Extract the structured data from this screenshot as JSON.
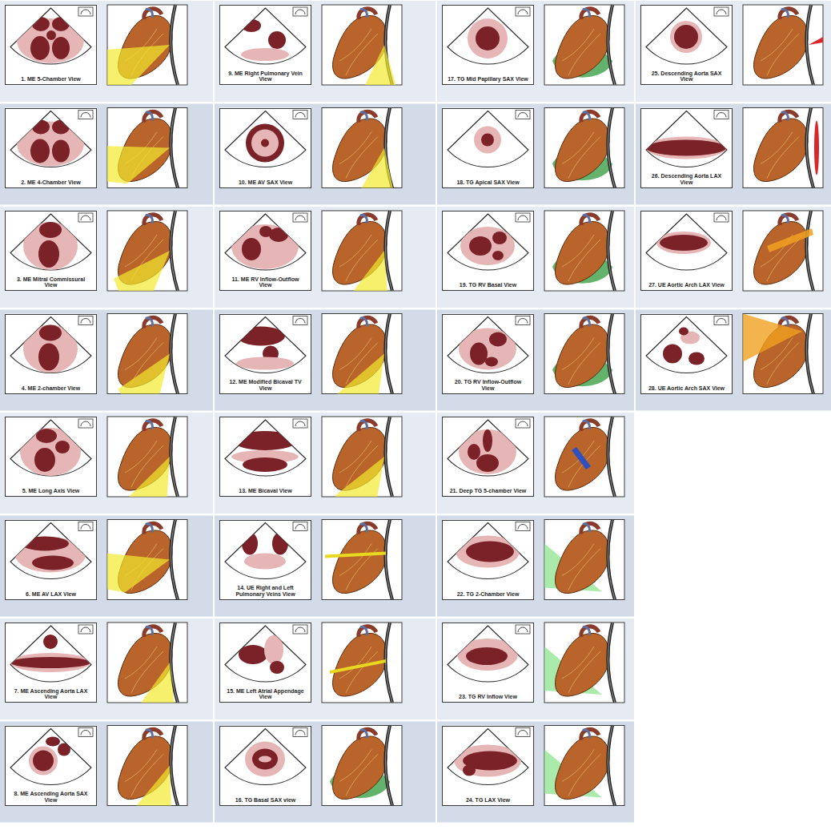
{
  "diagram": {
    "nodes": [
      {
        "text": [
          "1. ME 5-Chamber View"
        ]
      },
      {
        "text": [
          "2. ME 4-Chamber View"
        ]
      },
      {
        "text": [
          "3. ME Mitral Commissural View"
        ]
      },
      {
        "text": [
          "4. ME 2-chamber View"
        ]
      },
      {
        "text": [
          "5. ME Long Axis View"
        ]
      },
      {
        "text": [
          "6. ME AV LAX View"
        ]
      },
      {
        "text": [
          "7. ME Ascending Aorta LAX View"
        ]
      },
      {
        "text": [
          "8. ME Ascending Aorta SAX View"
        ]
      },
      {
        "text": [
          "9. ME Right Pulmonary Vein View"
        ]
      },
      {
        "text": [
          "10. ME AV SAX View"
        ]
      },
      {
        "text": [
          "11. ME RV Inflow-Outflow View"
        ]
      },
      {
        "text": [
          "12. ME Modified Bicaval TV View"
        ]
      },
      {
        "text": [
          "13. ME Bicaval View"
        ]
      },
      {
        "text": [
          "14. UE Right and Left Pulmonary Veins View"
        ]
      },
      {
        "text": [
          "15. ME Left Atrial Appendage View"
        ]
      },
      {
        "text": [
          "16. TG Basal SAX view"
        ]
      },
      {
        "text": [
          "17. TG Mid Papillary SAX View"
        ]
      },
      {
        "text": [
          "18. TG Apical SAX View"
        ]
      },
      {
        "text": [
          "19. TG RV Basal View"
        ]
      },
      {
        "text": [
          "20. TG RV Inflow-Outflow View"
        ]
      },
      {
        "text": [
          "21. Deep TG 5-chamber View"
        ]
      },
      {
        "text": [
          "22. TG 2-Chamber View"
        ]
      },
      {
        "text": [
          "23. TG RV Inflow View"
        ]
      },
      {
        "text": [
          "24. TG LAX View"
        ]
      },
      {
        "text": [
          "25. Descending Aorta SAX View"
        ]
      },
      {
        "text": [
          "26. Descending Aorta LAX View"
        ]
      },
      {
        "text": [
          "27. UE Aortic Arch LAX View"
        ]
      },
      {
        "text": [
          "28. UE Aortic Arch SAX View"
        ]
      }
    ]
  }
}
